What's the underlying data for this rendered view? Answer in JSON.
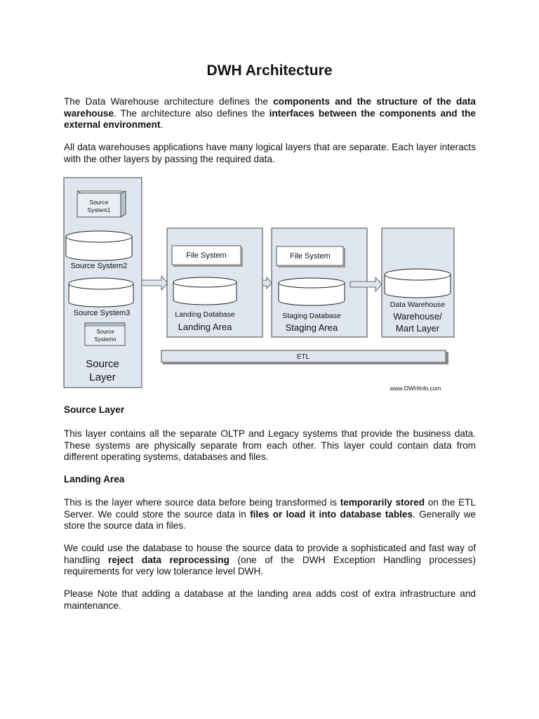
{
  "page": {
    "title": "DWH Architecture",
    "intro": {
      "t1": "The Data Warehouse architecture defines the ",
      "b1": "components and the structure of the data warehouse",
      "t2": ". The architecture also defines the ",
      "b2": "interfaces between the components and the external environment",
      "t3": "."
    },
    "layers_paragraph": "All data warehouses applications have many logical layers that are separate. Each layer interacts with the other layers by passing the required data."
  },
  "diagram": {
    "source_layer": {
      "source_system1": [
        "Source",
        "System1"
      ],
      "source_system2": "Source System2",
      "source_system3": "Source System3",
      "source_systemn": [
        "Source",
        "Systemn"
      ],
      "label": [
        "Source",
        "Layer"
      ]
    },
    "landing": {
      "file_system": "File System",
      "database": "Landing Database",
      "label": "Landing Area"
    },
    "staging": {
      "file_system": "File System",
      "database": "Staging Database",
      "label": "Staging Area"
    },
    "warehouse": {
      "database": "Data Warehouse",
      "label": [
        "Warehouse/",
        "Mart Layer"
      ]
    },
    "etl": "ETL",
    "credit": "www.DWHInfo.com"
  },
  "sections": {
    "source_layer": {
      "heading": "Source Layer",
      "text": "This layer contains all the separate OLTP and Legacy systems that provide the business data. These systems are physically separate from each other. This layer could contain data from different operating systems, databases and files."
    },
    "landing_area": {
      "heading": "Landing Area",
      "p1": {
        "t1": "This is the layer where source data before being transformed is ",
        "b1": "temporarily stored",
        "t2": " on the ETL Server. We could store the source data in ",
        "b2": "files or load it into database tables",
        "t3": ". Generally we store the source data in files."
      },
      "p2": {
        "t1": "We could use the database to house the source data to provide a sophisticated and fast way of handling ",
        "b1": "reject data reprocessing",
        "t2": " (one of the DWH Exception Handling processes) requirements for very low tolerance level DWH."
      },
      "p3": "Please Note that adding a database at the landing area adds cost of extra infrastructure and maintenance."
    }
  }
}
